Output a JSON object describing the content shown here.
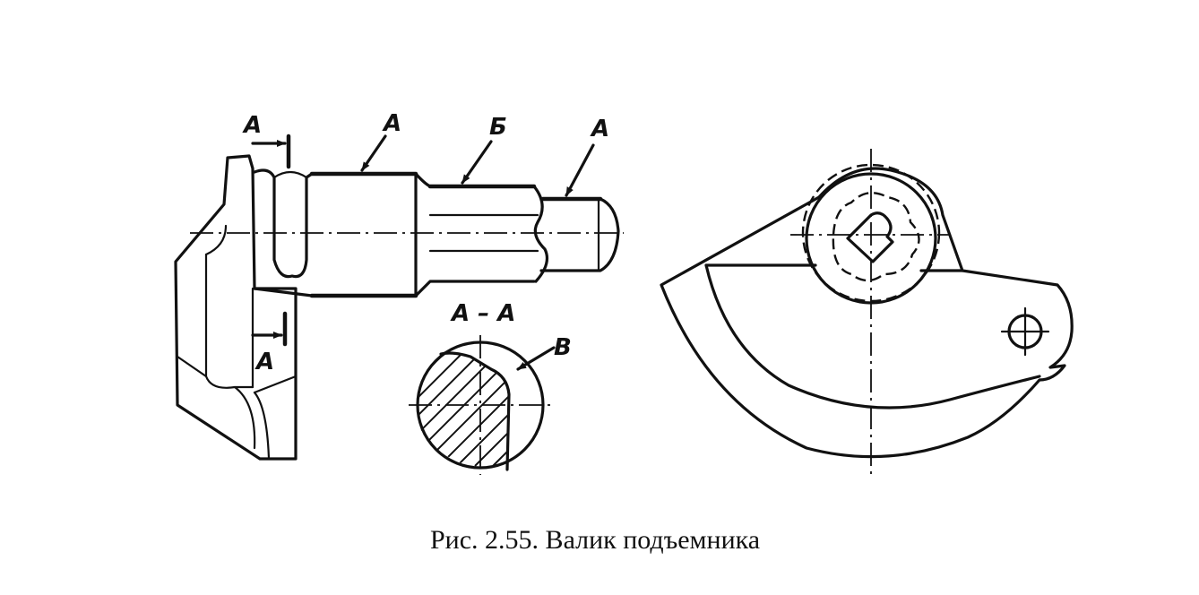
{
  "labels": {
    "section_mark_top": "А",
    "section_mark_bottom": "А",
    "surface_a_left": "А",
    "surface_b": "Б",
    "surface_a_right": "А",
    "section_title": "А – А",
    "surface_v": "В"
  },
  "caption": "Рис. 2.55. Валик подъемника"
}
